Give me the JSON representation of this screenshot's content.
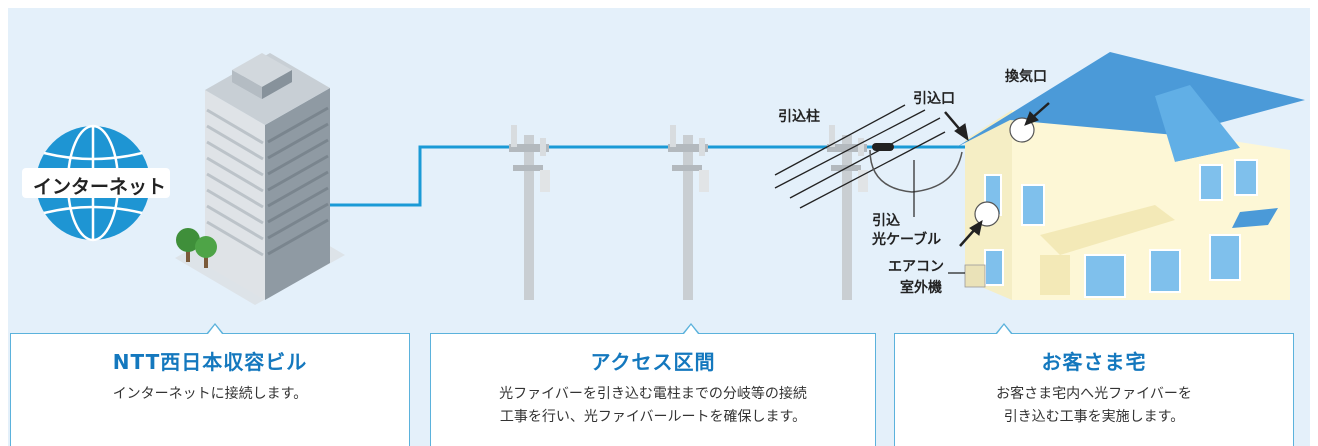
{
  "diagram": {
    "internet_label": "インターネット",
    "labels": {
      "pole": "引込柱",
      "entry": "引込口",
      "vent": "換気口",
      "drop_cable": [
        "引込",
        "光ケーブル"
      ],
      "aircon": [
        "エアコン",
        "室外機"
      ]
    }
  },
  "panels": [
    {
      "title": "NTT西日本収容ビル",
      "body": [
        "インターネットに接続します。"
      ]
    },
    {
      "title": "アクセス区間",
      "body": [
        "光ファイバーを引き込む電柱までの分岐等の接続",
        "工事を行い、光ファイバールートを確保します。"
      ]
    },
    {
      "title": "お客さま宅",
      "body": [
        "お客さま宅内へ光ファイバーを",
        "引き込む工事を実施します。"
      ]
    }
  ],
  "colors": {
    "background": "#e4f0fa",
    "fiber": "#1a9ad6",
    "accent_title": "#1478be",
    "panel_border": "#5bb2dc",
    "roof": "#4b9ad8",
    "house_wall": "#fdf7d6"
  }
}
